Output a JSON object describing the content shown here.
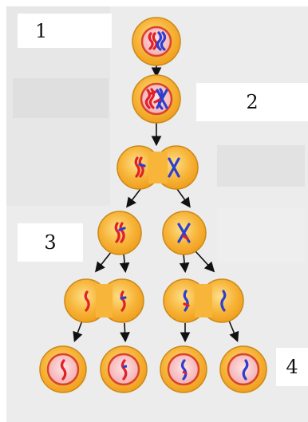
{
  "labels": {
    "stage_1": "1",
    "stage_2": "2",
    "stage_3": "3",
    "stage_4": "4"
  },
  "colors": {
    "background_panel": "#ececec",
    "cell_fill": "#f5a623",
    "cell_outline": "#c98a1a",
    "nucleus_outline": "#d9432b",
    "nucleus_fill": "#f4b8b8",
    "chromosome_red": "#e0202a",
    "chromosome_blue": "#2d3fcf",
    "arrow": "#111111"
  }
}
